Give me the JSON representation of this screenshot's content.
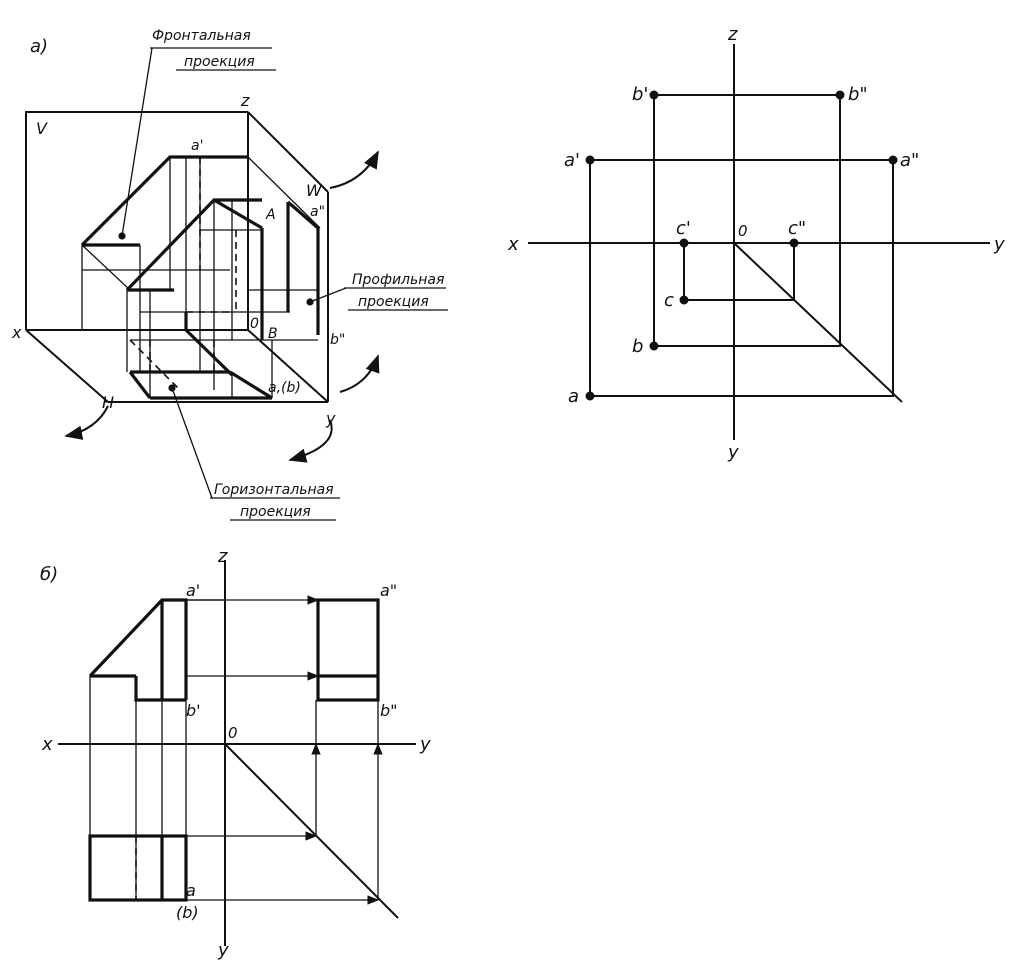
{
  "part_a": {
    "letter": "а)",
    "plane_v": "V",
    "plane_h": "H",
    "plane_w": "W",
    "axis_x": "x",
    "axis_y": "y",
    "axis_z": "z",
    "origin": "0",
    "pt_a_prime": "a'",
    "pt_a_dbl": "a\"",
    "pt_b_dbl": "b\"",
    "pt_A": "A",
    "pt_B": "B",
    "pt_ab": "a,(b)",
    "callout_front_1": "Фронтальная",
    "callout_front_2": "проекция",
    "callout_profile_1": "Профильная",
    "callout_profile_2": "проекция",
    "callout_horiz_1": "Горизонтальная",
    "callout_horiz_2": "проекция"
  },
  "part_b": {
    "letter": "б)",
    "axis_x": "x",
    "axis_y_right": "y",
    "axis_y_bottom": "y",
    "axis_z": "z",
    "origin": "0",
    "pt_a_prime": "a'",
    "pt_a_dbl": "a\"",
    "pt_b_prime": "b'",
    "pt_b_dbl": "b\"",
    "pt_a": "a",
    "pt_b_paren": "(b)"
  },
  "part_c": {
    "axis_x": "x",
    "axis_y_right": "y",
    "axis_y_bottom": "y",
    "axis_z": "z",
    "origin": "0",
    "pt_a": "a",
    "pt_a_prime": "a'",
    "pt_a_dbl": "a\"",
    "pt_b": "b",
    "pt_b_prime": "b'",
    "pt_b_dbl": "b\"",
    "pt_c": "c",
    "pt_c_prime": "c'",
    "pt_c_dbl": "c\""
  }
}
